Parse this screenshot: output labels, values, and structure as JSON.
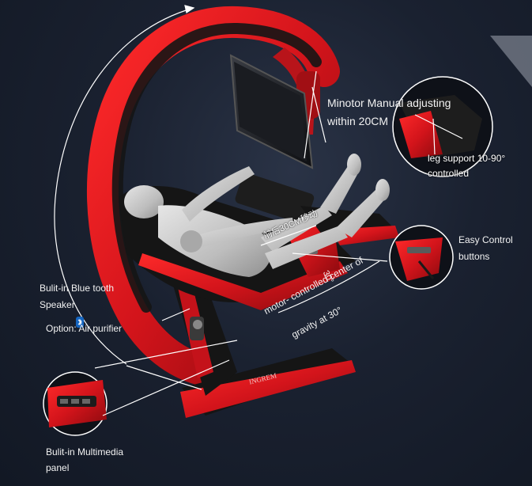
{
  "labels": {
    "monitor_line1": "Minotor Manual adjusting",
    "monitor_line2": "within 20CM",
    "leg_line1": "leg support 10-90°",
    "leg_line2": "controlled",
    "easy_line1": "Easy Control",
    "easy_line2": "buttons",
    "speaker_line1": "Bulit-in Blue tooth",
    "speaker_line2": "Speaker",
    "option": "Option: Air purifier",
    "motor_line1": "motor- controlled center of",
    "motor_line2": "gravity at 30°",
    "angle_30": "30°",
    "chinese_text": "前后30CM移动",
    "multimedia_line1": "Bulit-in Multimedia",
    "multimedia_line2": "panel",
    "brand": "INGREM"
  },
  "colors": {
    "background": "#161d2a",
    "chair_red": "#d3141b",
    "chair_black": "#151515",
    "mannequin": "#bdbdbd",
    "label_text": "#f2f2f2"
  }
}
